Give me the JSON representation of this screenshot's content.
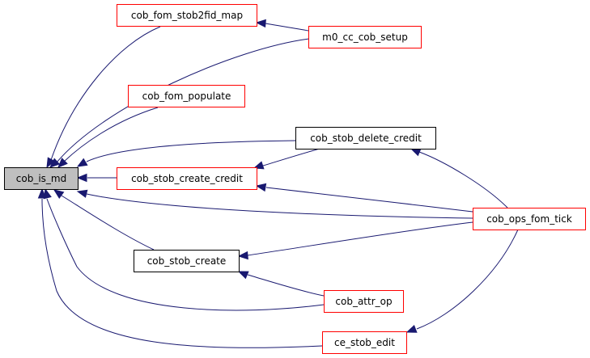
{
  "title": "cob_is_md caller graph",
  "colors": {
    "focus_fill": "#bfbfbf",
    "focus_border": "#000000",
    "red_border": "#ff0000",
    "black_border": "#000000",
    "edge": "#191970"
  },
  "nodes": [
    {
      "id": "cob_is_md",
      "label": "cob_is_md",
      "style": "focus"
    },
    {
      "id": "cob_fom_stob2fid_map",
      "label": "cob_fom_stob2fid_map",
      "style": "red"
    },
    {
      "id": "m0_cc_cob_setup",
      "label": "m0_cc_cob_setup",
      "style": "red"
    },
    {
      "id": "cob_fom_populate",
      "label": "cob_fom_populate",
      "style": "red"
    },
    {
      "id": "cob_stob_delete_credit",
      "label": "cob_stob_delete_credit",
      "style": "black"
    },
    {
      "id": "cob_stob_create_credit",
      "label": "cob_stob_create_credit",
      "style": "red"
    },
    {
      "id": "cob_ops_fom_tick",
      "label": "cob_ops_fom_tick",
      "style": "red"
    },
    {
      "id": "cob_stob_create",
      "label": "cob_stob_create",
      "style": "black"
    },
    {
      "id": "cob_attr_op",
      "label": "cob_attr_op",
      "style": "red"
    },
    {
      "id": "ce_stob_edit",
      "label": "ce_stob_edit",
      "style": "red"
    }
  ],
  "edges": [
    {
      "from": "cob_fom_stob2fid_map",
      "to": "cob_is_md"
    },
    {
      "from": "m0_cc_cob_setup",
      "to": "cob_is_md"
    },
    {
      "from": "m0_cc_cob_setup",
      "to": "cob_fom_stob2fid_map"
    },
    {
      "from": "cob_fom_populate",
      "to": "cob_is_md"
    },
    {
      "from": "cob_stob_delete_credit",
      "to": "cob_is_md"
    },
    {
      "from": "cob_stob_create_credit",
      "to": "cob_is_md"
    },
    {
      "from": "cob_stob_delete_credit",
      "to": "cob_stob_create_credit"
    },
    {
      "from": "cob_ops_fom_tick",
      "to": "cob_stob_delete_credit"
    },
    {
      "from": "cob_ops_fom_tick",
      "to": "cob_stob_create_credit"
    },
    {
      "from": "cob_ops_fom_tick",
      "to": "cob_is_md"
    },
    {
      "from": "cob_stob_create",
      "to": "cob_is_md"
    },
    {
      "from": "cob_ops_fom_tick",
      "to": "cob_stob_create"
    },
    {
      "from": "cob_attr_op",
      "to": "cob_stob_create"
    },
    {
      "from": "cob_attr_op",
      "to": "cob_is_md"
    },
    {
      "from": "ce_stob_edit",
      "to": "cob_is_md"
    },
    {
      "from": "cob_ops_fom_tick",
      "to": "ce_stob_edit"
    }
  ]
}
